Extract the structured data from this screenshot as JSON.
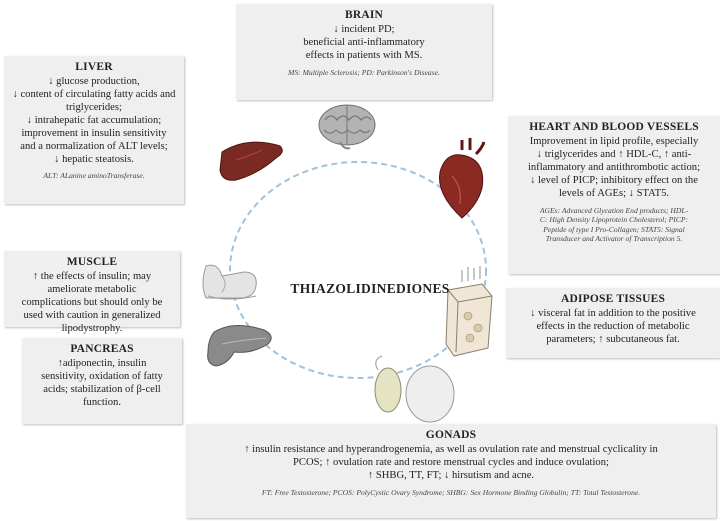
{
  "center": {
    "title": "THIAZOLIDINEDIONES"
  },
  "colors": {
    "ring": "#9fc3dc",
    "box_bg": "#efefef",
    "organ_red": "#8a2a22",
    "organ_gray": "#b9b9b9"
  },
  "organs": {
    "brain": {
      "title": "BRAIN",
      "body": "↓ incident PD;\nbeneficial anti-inflammatory\neffects in patients with MS.",
      "note": "MS: Multiple Sclerosis; PD: Parkinson's Disease.",
      "icon": "brain-icon"
    },
    "liver": {
      "title": "LIVER",
      "body": "↓ glucose production,\n↓ content of circulating fatty acids and\ntriglycerides;\n↓ intrahepatic fat accumulation;\nimprovement in insulin sensitivity\nand a normalization of ALT levels;\n↓ hepatic steatosis.",
      "note": "ALT: ALanine aminoTransferase.",
      "icon": "liver-icon"
    },
    "heart": {
      "title": "HEART AND BLOOD VESSELS",
      "body": "Improvement in lipid profile, especially\n↓ triglycerides and ↑ HDL-C, ↑ anti-\ninflammatory and antithrombotic action;\n↓ level of PICP; inhibitory effect on the\nlevels of AGEs; ↓ STAT5.",
      "note": "AGEs: Advanced Glycation End products; HDL-\nC: High Density Lipoprotein Cholesterol; PICP:\nPeptide of type I Pro-Collagen; STAT5: Signal\nTransducer and Activator of Transcription 5.",
      "icon": "heart-icon"
    },
    "muscle": {
      "title": "MUSCLE",
      "body": "↑ the effects of insulin; may\nameliorate metabolic\ncomplications but should only be\nused with caution in generalized\nlipodystrophy.",
      "icon": "muscle-icon"
    },
    "adipose": {
      "title": "ADIPOSE TISSUES",
      "body": "↓ visceral fat in addition to the positive\neffects in the reduction of metabolic\nparameters; ↑ subcutaneous fat.",
      "icon": "adipose-tissue-icon"
    },
    "pancreas": {
      "title": "PANCREAS",
      "body": "↑adiponectin, insulin\nsensitivity, oxidation of fatty\nacids; stabilization of β-cell\nfunction.",
      "icon": "pancreas-icon"
    },
    "gonads": {
      "title": "GONADS",
      "body": "↑ insulin resistance and hyperandrogenemia, as well as ovulation rate and menstrual cyclicality in\nPCOS; ↑ ovulation rate and restore menstrual cycles and induce ovulation;\n↑ SHBG, TT, FT; ↓ hirsutism and acne.",
      "note": "FT: Free Testosterone; PCOS: PolyCystic Ovary Syndrome; SHBG: Sex Hormone Binding Globulin; TT: Total Testosterone.",
      "icon": "gonads-icon"
    }
  }
}
